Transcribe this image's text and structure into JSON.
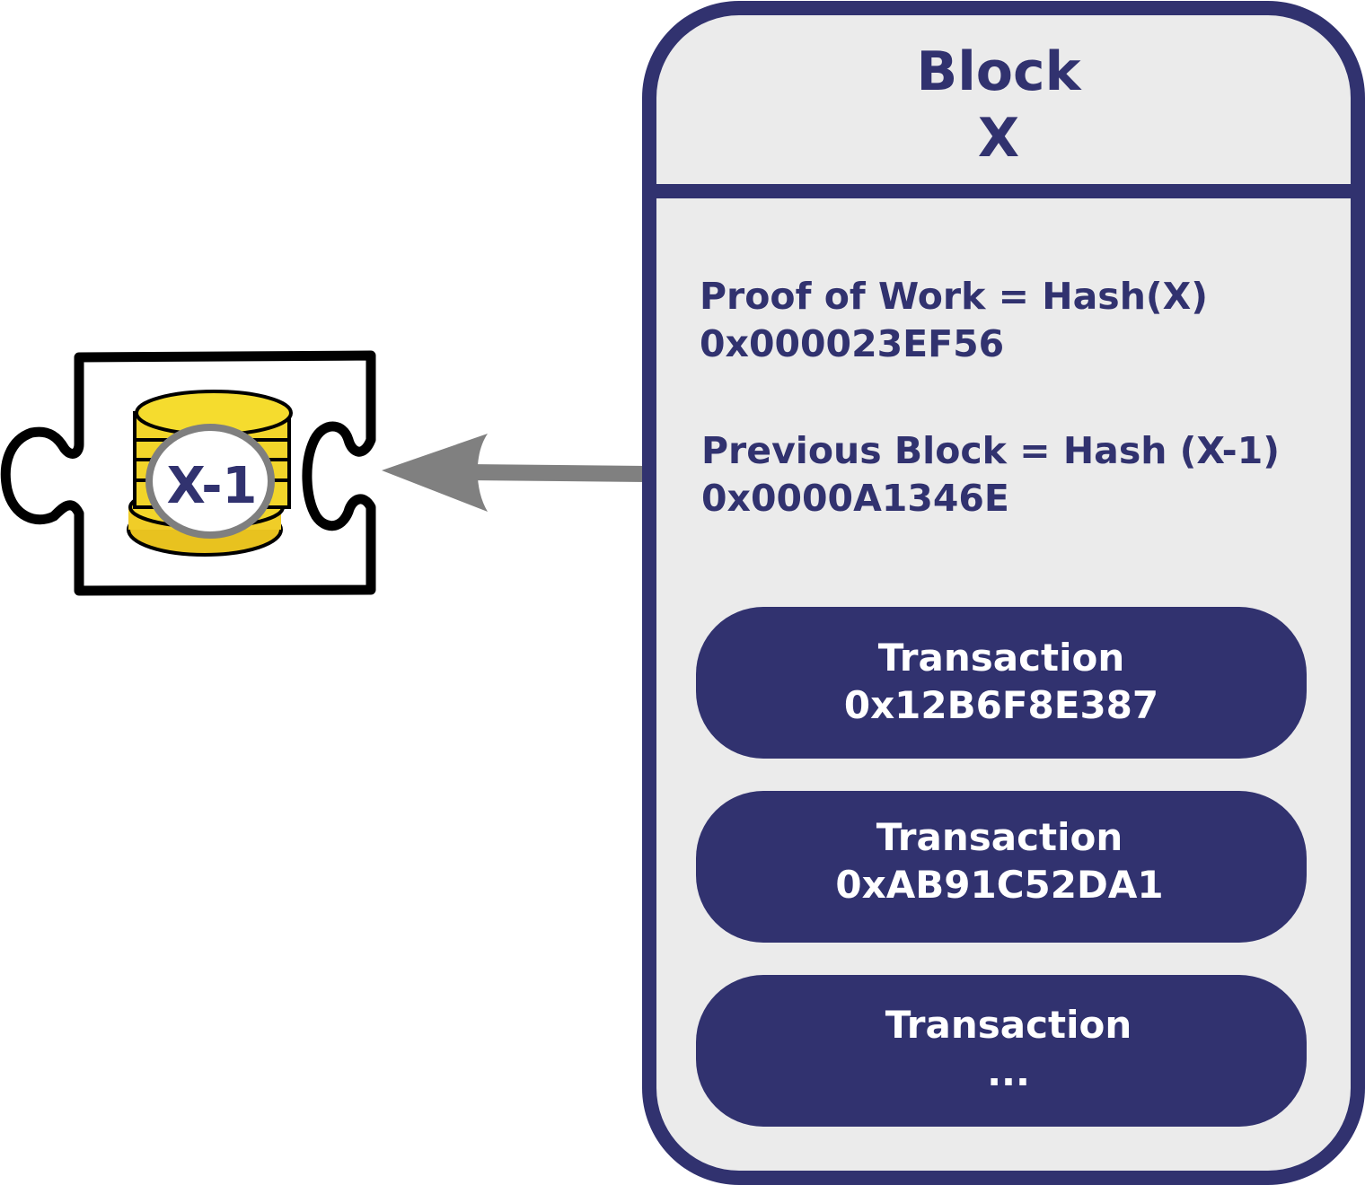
{
  "block": {
    "title_line1": "Block",
    "title_line2": "X",
    "proof_of_work_label": "Proof of Work = Hash(X)",
    "proof_of_work_value": "0x000023EF56",
    "previous_block_label": "Previous Block = Hash (X-1)",
    "previous_block_value": "0x0000A1346E",
    "transactions": [
      {
        "label": "Transaction",
        "value": "0x12B6F8E387"
      },
      {
        "label": "Transaction",
        "value": "0xAB91C52DA1"
      },
      {
        "label": "Transaction",
        "value": "..."
      }
    ]
  },
  "previous_block_icon": {
    "label": "X-1"
  },
  "colors": {
    "navy": "#31326f",
    "panel": "#ebebeb",
    "arrow": "#808080",
    "coin": "#f2d52a"
  }
}
